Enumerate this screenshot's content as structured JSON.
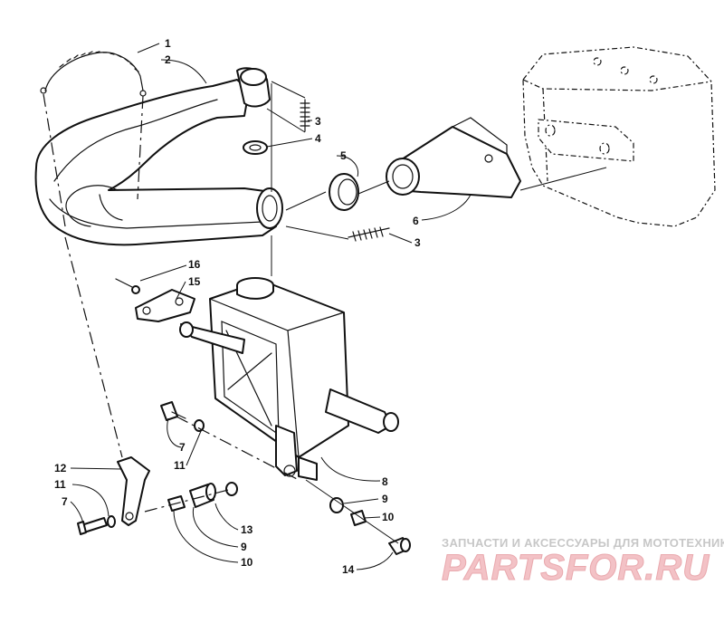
{
  "callouts": [
    {
      "id": "c1",
      "text": "1"
    },
    {
      "id": "c2",
      "text": "2"
    },
    {
      "id": "c3a",
      "text": "3"
    },
    {
      "id": "c4",
      "text": "4"
    },
    {
      "id": "c5",
      "text": "5"
    },
    {
      "id": "c6",
      "text": "6"
    },
    {
      "id": "c3b",
      "text": "3"
    },
    {
      "id": "c16",
      "text": "16"
    },
    {
      "id": "c15",
      "text": "15"
    },
    {
      "id": "c7a",
      "text": "7"
    },
    {
      "id": "c11a",
      "text": "11"
    },
    {
      "id": "c8",
      "text": "8"
    },
    {
      "id": "c12",
      "text": "12"
    },
    {
      "id": "c11b",
      "text": "11"
    },
    {
      "id": "c7b",
      "text": "7"
    },
    {
      "id": "c9a",
      "text": "9"
    },
    {
      "id": "c10a",
      "text": "10"
    },
    {
      "id": "c13",
      "text": "13"
    },
    {
      "id": "c9b",
      "text": "9"
    },
    {
      "id": "c10b",
      "text": "10"
    },
    {
      "id": "c14",
      "text": "14"
    }
  ],
  "watermark": {
    "tagline": "ЗАПЧАСТИ И АКСЕССУАРЫ ДЛЯ МОТОТЕХНИКИ",
    "brand": "PARTSFOR.RU"
  }
}
